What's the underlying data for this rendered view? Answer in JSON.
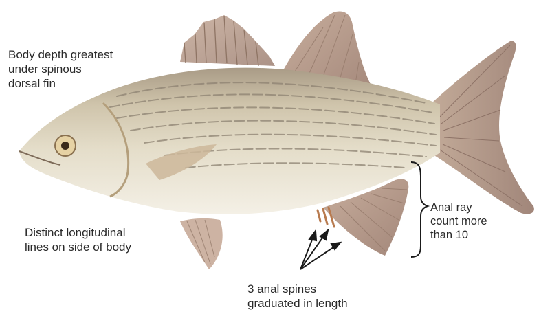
{
  "labels": {
    "body_depth": [
      "Body depth greatest",
      "under spinous",
      "dorsal fin"
    ],
    "longitudinal_lines": [
      "Distinct longitudinal",
      "lines on side of body"
    ],
    "anal_ray_count": [
      "Anal ray",
      "count more",
      "than 10"
    ],
    "anal_spines": [
      "3 anal spines",
      "graduated in length"
    ]
  },
  "colors": {
    "body": "#dcd3bd",
    "back": "#a99b86",
    "belly": "#f4f0e6",
    "fin": "#b59a8a",
    "stripe": "#8d8272",
    "text": "#2a2a2a",
    "annotation": "#1a1a1a"
  }
}
